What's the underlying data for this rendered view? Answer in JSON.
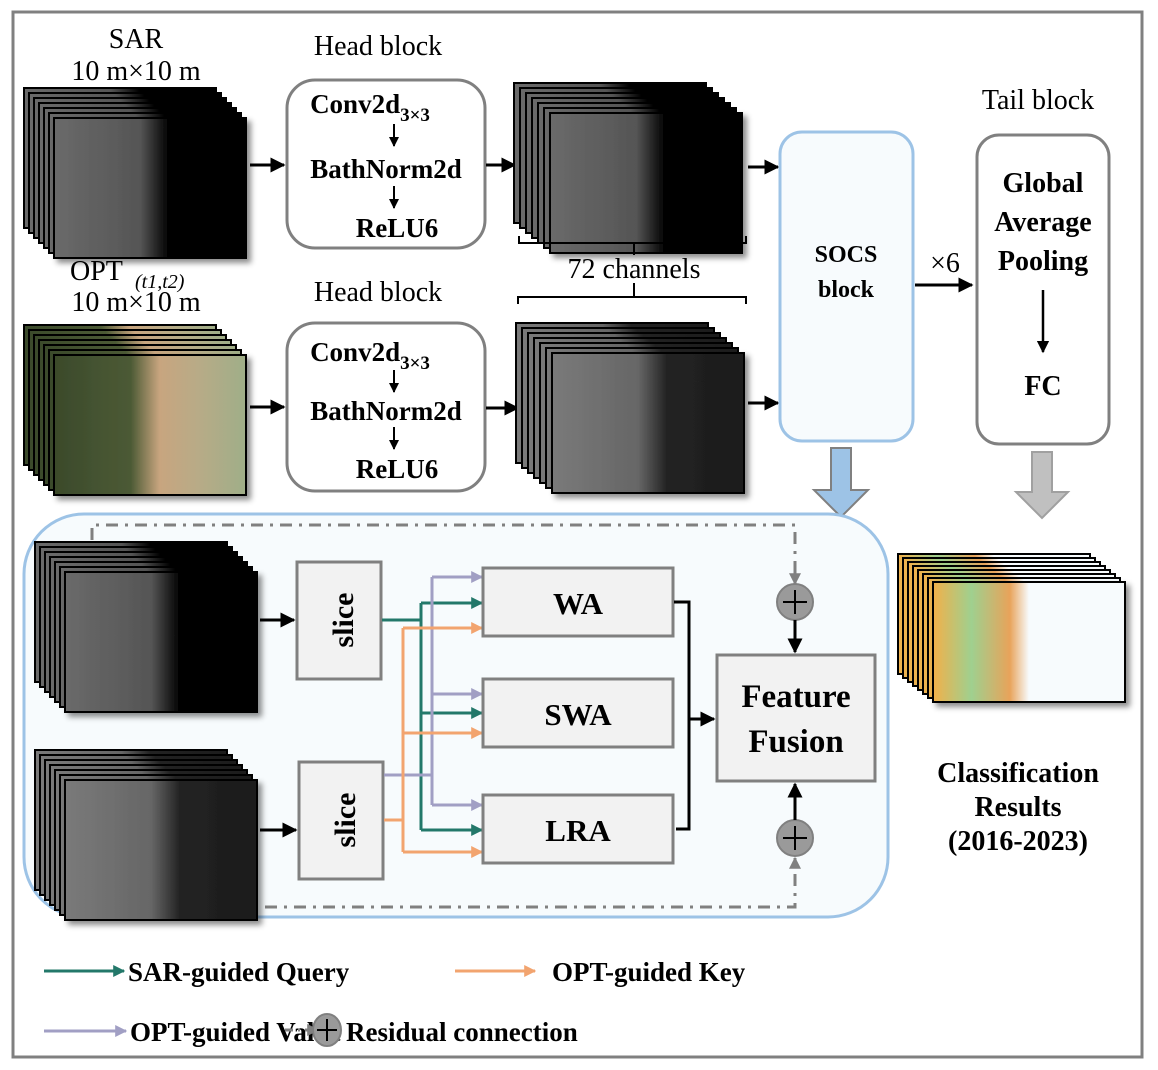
{
  "inputs": {
    "sar": {
      "title": "SAR",
      "resolution": "10 m×10 m"
    },
    "opt": {
      "title": "OPT",
      "subscript": "(t1,t2)",
      "resolution": "10 m×10 m"
    }
  },
  "head_block": {
    "title": "Head block",
    "steps": [
      "Conv2d",
      "BathNorm2d",
      "ReLU6"
    ],
    "conv_subscript": "3×3"
  },
  "channels_label": "72 channels",
  "socs_block": {
    "line1": "SOCS",
    "line2": "block"
  },
  "repeat_label": "×6",
  "tail_block": {
    "title": "Tail block",
    "lines": [
      "Global",
      "Average",
      "Pooling"
    ],
    "fc": "FC"
  },
  "detail": {
    "slice_label": "slice",
    "attention": [
      "WA",
      "SWA",
      "LRA"
    ],
    "fusion": [
      "Feature",
      "Fusion"
    ]
  },
  "results": {
    "lines": [
      "Classification",
      "Results",
      "(2016-2023)"
    ]
  },
  "legend": [
    {
      "label": "SAR-guided Query",
      "color": "#23786a"
    },
    {
      "label": "OPT-guided Key",
      "color": "#f2a46f"
    },
    {
      "label": "OPT-guided Value",
      "color": "#a19fc4"
    },
    {
      "label": "Residual connection",
      "color": "#808080"
    }
  ],
  "colors": {
    "query": "#23786a",
    "key": "#f2a46f",
    "value": "#a19fc4",
    "residual": "#808080",
    "socs_border": "#9dc3e6",
    "socs_fill": "#f7fbfd",
    "box_border": "#808080",
    "box_fill": "#f2f2f2"
  }
}
